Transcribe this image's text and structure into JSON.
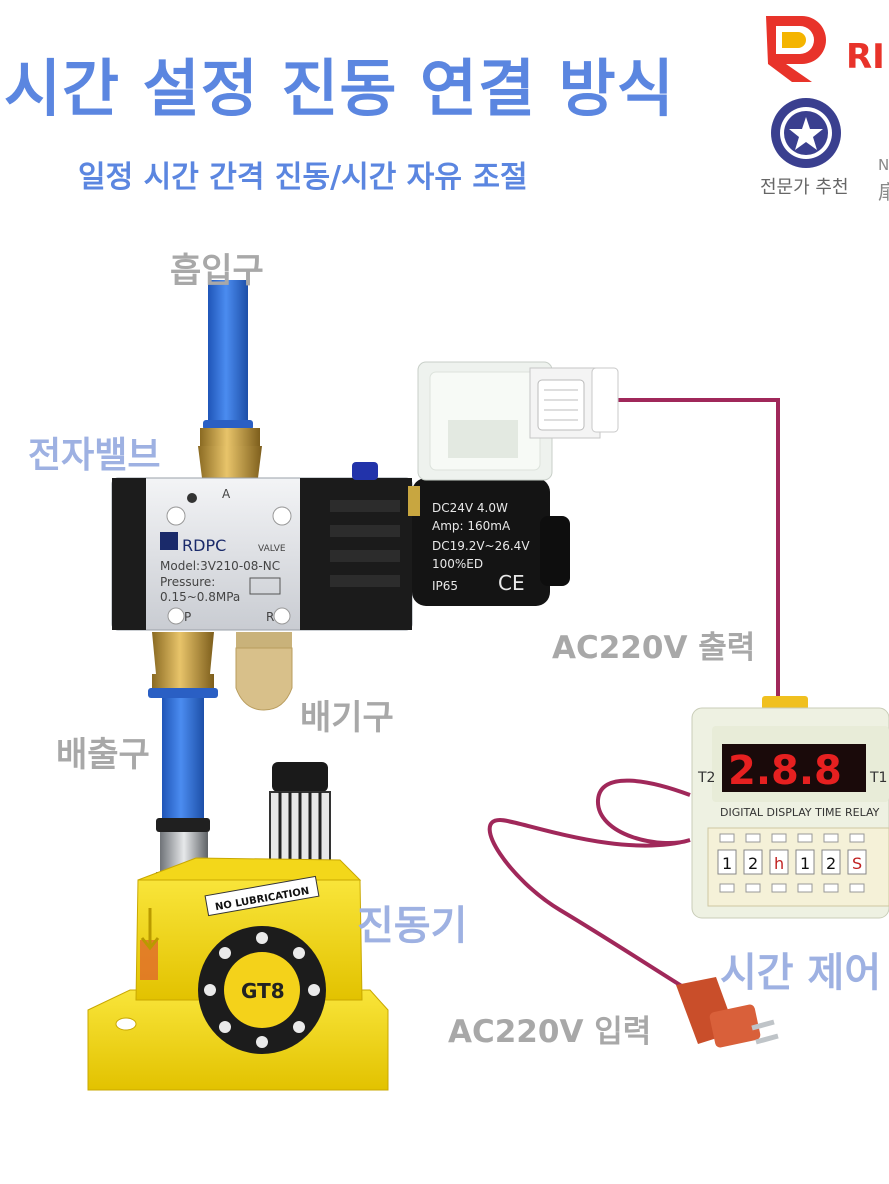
{
  "header": {
    "title": "시간 설정 진동 연결 방식",
    "subtitle": "일정 시간 간격 진동/시간 자유 조절"
  },
  "brand": {
    "logo_text": "RI",
    "seal_label": "전문가 추천",
    "edge_fragment_1": "N",
    "edge_fragment_2": "扉"
  },
  "labels": {
    "inlet": "흡입구",
    "solenoid_valve": "전자밸브",
    "outlet": "배출구",
    "exhaust": "배기구",
    "vibrator": "진동기",
    "ac_output": "AC220V 출력",
    "time_control": "시간 제어",
    "ac_input": "AC220V 입력"
  },
  "valve": {
    "port_a": "A",
    "port_p": "P",
    "port_r": "R",
    "brand": "RDPC",
    "valve_word": "VALVE",
    "model": "Model:3V210-08-NC",
    "pressure_label": "Pressure:",
    "pressure_value": "0.15~0.8MPa"
  },
  "coil": {
    "line1": "DC24V   4.0W",
    "line2": "Amp:    160mA",
    "line3": "DC19.2V~26.4V",
    "line4": "100%ED",
    "line5": "IP65",
    "mark": "CE"
  },
  "relay": {
    "display": "2.8.8",
    "t2": "T2",
    "t1": "T1",
    "caption": "DIGITAL DISPLAY TIME RELAY",
    "dial_digits": [
      "1",
      "2",
      "h",
      "1",
      "2",
      "S"
    ]
  },
  "vibrator_unit": {
    "model": "GT8",
    "sticker": "NO LUBRICATION"
  },
  "colors": {
    "title_blue": "#5b86e0",
    "label_blue": "#9eb1e2",
    "label_gray": "#a8a8a8",
    "tube_blue": "#2f6fd6",
    "wire": "#a0285a",
    "vibrator_yellow": "#f5dc1e",
    "display_red": "#e62020",
    "logo_red": "#e8332a"
  }
}
